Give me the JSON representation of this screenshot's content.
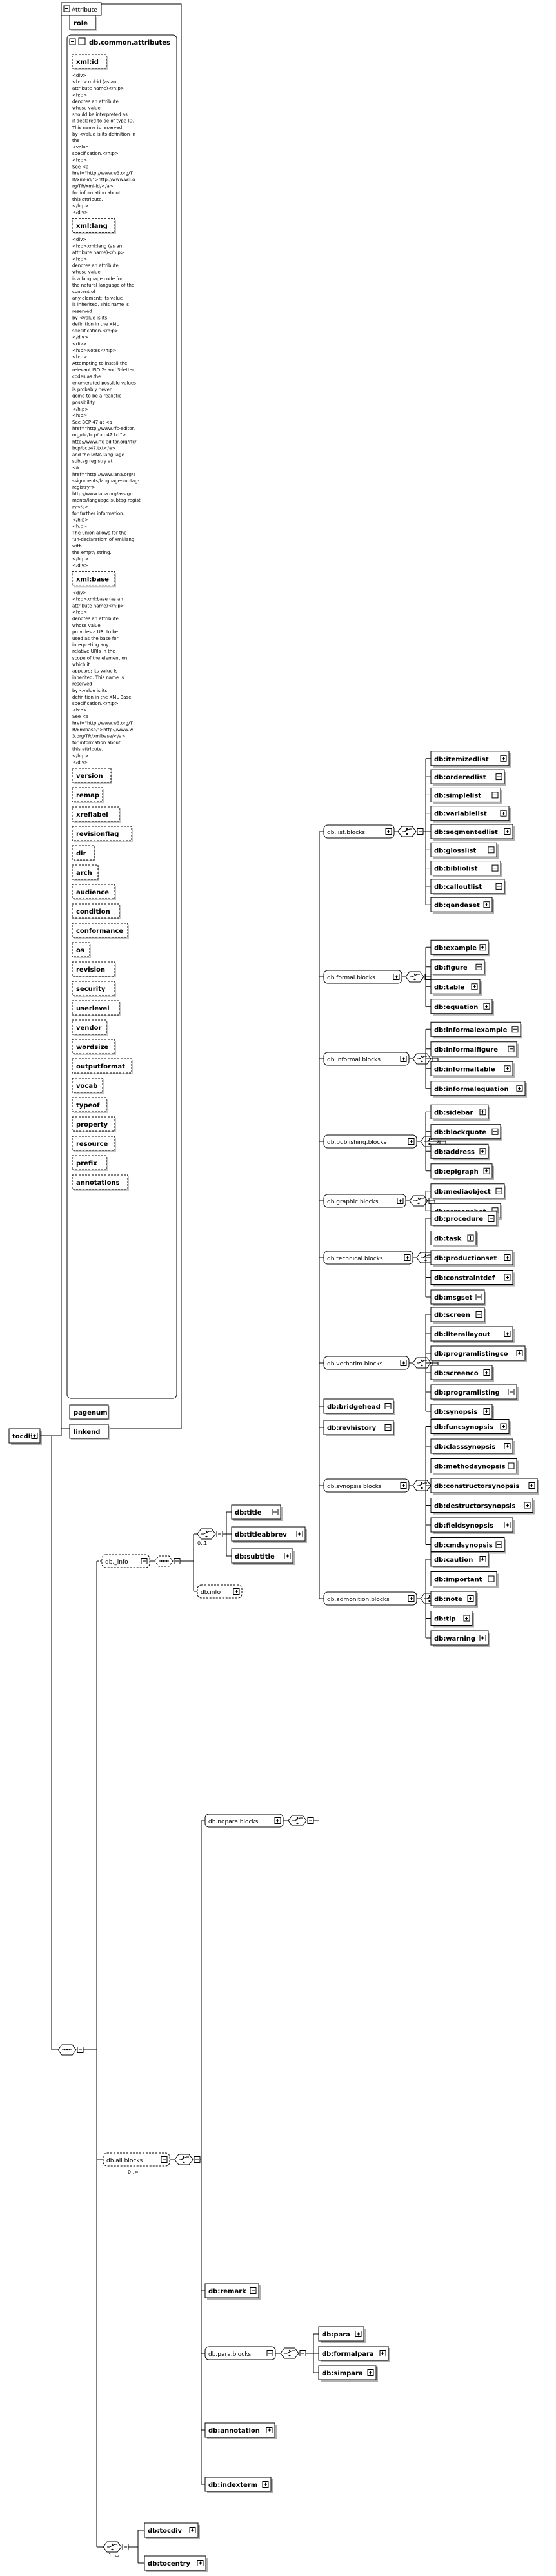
{
  "root": {
    "label": "tocdiv"
  },
  "attributes": {
    "title": "Attribute",
    "items_top": [
      "role"
    ],
    "group": {
      "label": "db.common.attributes",
      "items": [
        {
          "label": "xml:id",
          "doc": [
            "<div>",
            "<h:p>xml:id (as an",
            "attribute name)</h:p>",
            "<h:p>",
            "denotes an attribute",
            "whose value",
            "should be interpreted as",
            "if declared to be of type ID.",
            "This name is reserved",
            "by <value is its definition in",
            "the",
            "<value",
            "specification.</h:p>",
            "<h:p>",
            "See <a",
            "href=\"http://www.w3.org/T",
            "R/xml-id/\">http://www.w3.o",
            "rg/TR/xml-id/</a>",
            "for information about",
            "this attribute.",
            "</h:p>",
            "</div>"
          ]
        },
        {
          "label": "xml:lang",
          "doc": [
            "<div>",
            "<h:p>xml:lang (as an",
            "attribute name)</h:p>",
            "<h:p>",
            "denotes an attribute",
            "whose value",
            "is a language code for",
            "the natural language of the",
            "content of",
            "any element; its value",
            "is inherited. This name is",
            "reserved",
            "by <value is its",
            "definition in the XML",
            "specification.</h:p>",
            "</div>",
            "<div>",
            "<h:p>Notes</h:p>",
            "<h:p>",
            "Attempting to install the",
            "relevant ISO 2- and 3-letter",
            "codes as the",
            "enumerated possible values",
            "is probably never",
            "going to be a realistic",
            "possibility.",
            "</h:p>",
            "<h:p>",
            "See BCP 47 at <a",
            "href=\"http://www.rfc-editor.",
            "org/rfc/bcp/bcp47.txt\">",
            "http://www.rfc-editor.org/rfc/",
            "bcp/bcp47.txt</a>",
            "and the IANA language",
            "subtag registry at",
            "<a",
            "href=\"http://www.iana.org/a",
            "ssignments/language-subtag-",
            "registry\">",
            "http://www.iana.org/assign",
            "ments/language-subtag-regist",
            "ry</a>",
            "for further information.",
            "</h:p>",
            "<h:p>",
            "The union allows for the",
            "'un-declaration' of xml:lang",
            "with",
            "the empty string.",
            "</h:p>",
            "</div>"
          ]
        },
        {
          "label": "xml:base",
          "doc": [
            "<div>",
            "<h:p>xml:base (as an",
            "attribute name)</h:p>",
            "<h:p>",
            "denotes an attribute",
            "whose value",
            "provides a URI to be",
            "used as the base for",
            "interpreting any",
            "relative URIs in the",
            "scope of the element on",
            "which it",
            "appears; its value is",
            "inherited. This name is",
            "reserved",
            "by <value is its",
            "definition in the XML Base",
            "specification.</h:p>",
            "<h:p>",
            "See <a",
            "href=\"http://www.w3.org/T",
            "R/xmlbase/\">http://www.w",
            "3.org/TR/xmlbase/</a>",
            "for information about",
            "this attribute.",
            "</h:p>",
            "</div>"
          ]
        },
        {
          "label": "version",
          "doc": []
        },
        {
          "label": "remap",
          "doc": []
        },
        {
          "label": "xreflabel",
          "doc": []
        },
        {
          "label": "revisionflag",
          "doc": []
        },
        {
          "label": "dir",
          "doc": []
        },
        {
          "label": "arch",
          "doc": []
        },
        {
          "label": "audience",
          "doc": []
        },
        {
          "label": "condition",
          "doc": []
        },
        {
          "label": "conformance",
          "doc": []
        },
        {
          "label": "os",
          "doc": []
        },
        {
          "label": "revision",
          "doc": []
        },
        {
          "label": "security",
          "doc": []
        },
        {
          "label": "userlevel",
          "doc": []
        },
        {
          "label": "vendor",
          "doc": []
        },
        {
          "label": "wordsize",
          "doc": []
        },
        {
          "label": "outputformat",
          "doc": []
        },
        {
          "label": "vocab",
          "doc": []
        },
        {
          "label": "typeof",
          "doc": []
        },
        {
          "label": "property",
          "doc": []
        },
        {
          "label": "resource",
          "doc": []
        },
        {
          "label": "prefix",
          "doc": []
        },
        {
          "label": "annotations",
          "doc": []
        }
      ]
    },
    "items_bottom": [
      "pagenum",
      "linkend"
    ]
  },
  "info_branch": {
    "group": "db._info",
    "elements": [
      "db:title",
      "db:titleabbrev",
      "db:subtitle"
    ],
    "elements_card": "0..1",
    "alt": "db.info"
  },
  "all_blocks": {
    "label": "db.all.blocks",
    "card": "0..∞"
  },
  "nopara_blocks": {
    "label": "db.nopara.blocks"
  },
  "block_groups": [
    {
      "label": "db.list.blocks",
      "children": [
        "db:itemizedlist",
        "db:orderedlist",
        "db:simplelist",
        "db:variablelist",
        "db:segmentedlist",
        "db:glosslist",
        "db:bibliolist",
        "db:calloutlist",
        "db:qandaset"
      ]
    },
    {
      "label": "db.formal.blocks",
      "children": [
        "db:example",
        "db:figure",
        "db:table",
        "db:equation"
      ]
    },
    {
      "label": "db.informal.blocks",
      "children": [
        "db:informalexample",
        "db:informalfigure",
        "db:informaltable",
        "db:informalequation"
      ]
    },
    {
      "label": "db.publishing.blocks",
      "children": [
        "db:sidebar",
        "db:blockquote",
        "db:address",
        "db:epigraph"
      ]
    },
    {
      "label": "db.graphic.blocks",
      "children": [
        "db:mediaobject",
        "db:screenshot"
      ]
    },
    {
      "label": "db.technical.blocks",
      "children": [
        "db:procedure",
        "db:task",
        "db:productionset",
        "db:constraintdef",
        "db:msgset"
      ]
    },
    {
      "label": "db.verbatim.blocks",
      "children": [
        "db:screen",
        "db:literallayout",
        "db:programlistingco",
        "db:screenco",
        "db:programlisting",
        "db:synopsis"
      ]
    },
    {
      "label": "db:bridgehead",
      "children": []
    },
    {
      "label": "db:revhistory",
      "children": []
    },
    {
      "label": "db.synopsis.blocks",
      "children": [
        "db:funcsynopsis",
        "db:classsynopsis",
        "db:methodsynopsis",
        "db:constructorsynopsis",
        "db:destructorsynopsis",
        "db:fieldsynopsis",
        "db:cmdsynopsis"
      ]
    },
    {
      "label": "db.admonition.blocks",
      "children": [
        "db:caution",
        "db:important",
        "db:note",
        "db:tip",
        "db:warning"
      ]
    }
  ],
  "remark": "db:remark",
  "para_blocks": {
    "label": "db.para.blocks",
    "children": [
      "db:para",
      "db:formalpara",
      "db:simpara"
    ]
  },
  "annotation": "db:annotation",
  "indexterm": "db:indexterm",
  "tail": {
    "card": "1..∞",
    "children": [
      "db:tocdiv",
      "db:tocentry"
    ]
  }
}
